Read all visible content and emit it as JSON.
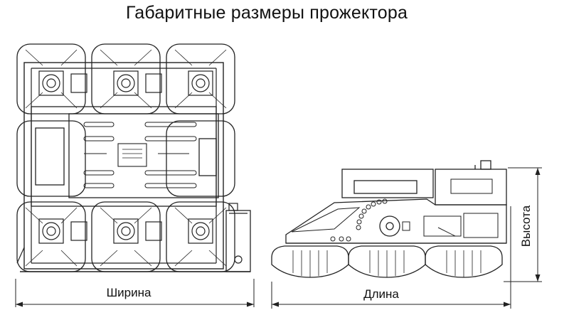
{
  "title": "Габаритные размеры прожектора",
  "dimensions": {
    "width_label": "Ширина",
    "length_label": "Длина",
    "height_label": "Высота"
  },
  "colors": {
    "line": "#222222",
    "background": "#ffffff"
  }
}
